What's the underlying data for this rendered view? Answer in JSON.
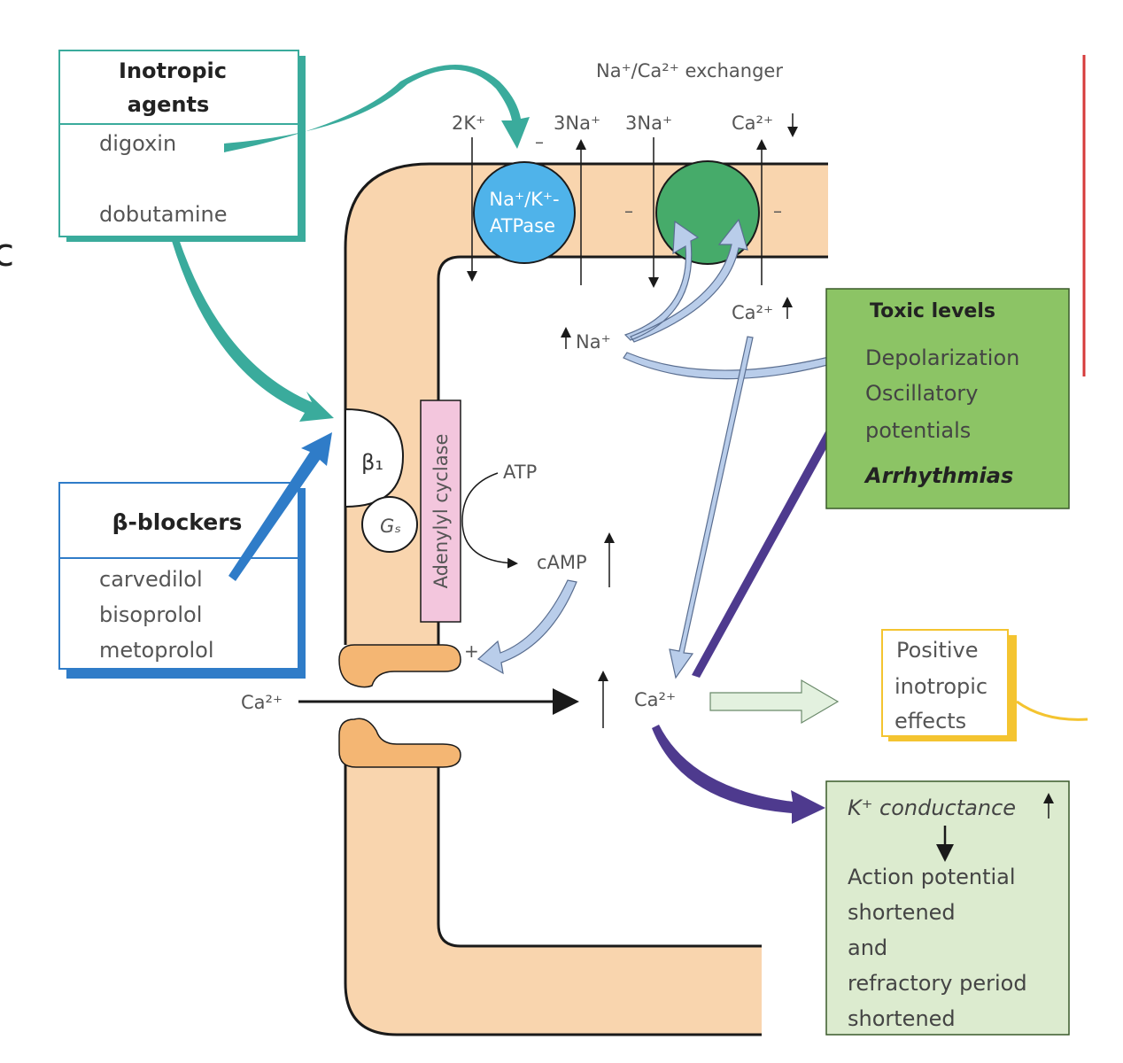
{
  "colors": {
    "membrane": "#f9d5ae",
    "membrane_edge": "#1a1a1a",
    "pump_blue": "#4fb3ea",
    "exchanger_green": "#46ab6a",
    "teal_arrow": "#3aab9c",
    "blue_arrow": "#2f7cc8",
    "purple_arrow": "#4e3a8e",
    "light_blue_arrow": "#b9cdea",
    "toxic_box": "#8cc465",
    "k_box": "#dcebcf",
    "yellow_border": "#f4c430",
    "pink_cyclase": "#f3c6dd",
    "channel": "#f4b673",
    "red_line": "#d63a3a"
  },
  "inotropic": {
    "title_line1": "Inotropic",
    "title_line2": "agents",
    "drug1": "digoxin",
    "drug2": "dobutamine"
  },
  "beta_blockers": {
    "title": "β-blockers",
    "drug1": "carvedilol",
    "drug2": "bisoprolol",
    "drug3": "metoprolol"
  },
  "exchanger_label": "Na⁺/Ca²⁺ exchanger",
  "ions": {
    "k_in": "2K⁺",
    "na_out1": "3Na⁺",
    "na_out2": "3Na⁺",
    "ca_out": "Ca²⁺",
    "ca_up": "Ca²⁺",
    "na_up": "Na⁺",
    "ca_channel": "Ca²⁺",
    "ca_center": "Ca²⁺",
    "minus1": "–",
    "minus2": "–",
    "minus3": "–",
    "plus": "+"
  },
  "pump": {
    "line1": "Na⁺/K⁺-",
    "line2": "ATPase"
  },
  "receptor": {
    "beta1": "β₁",
    "gs": "Gₛ",
    "cyclase": "Adenylyl cyclase",
    "atp": "ATP",
    "camp": "cAMP"
  },
  "toxic": {
    "title": "Toxic levels",
    "line1": "Depolarization",
    "line2": "Oscillatory",
    "line3": "potentials",
    "line4": "Arrhythmias"
  },
  "positive": {
    "line1": "Positive",
    "line2": "inotropic",
    "line3": "effects"
  },
  "k_box": {
    "line1": "K⁺ conductance",
    "line2": "Action potential",
    "line3": "shortened",
    "line4": "and",
    "line5": "refractory period",
    "line6": "shortened"
  },
  "edge_mark": "c"
}
